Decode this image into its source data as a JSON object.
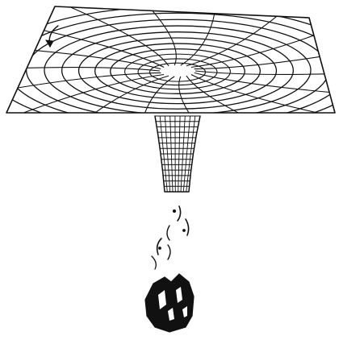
{
  "figure": {
    "description_visible_text": "",
    "colors": {
      "ink": "#111111",
      "background": "#ffffff"
    },
    "parts": [
      "warped-grid-plane",
      "funnel-throat",
      "falling-debris",
      "rock-mass"
    ]
  }
}
